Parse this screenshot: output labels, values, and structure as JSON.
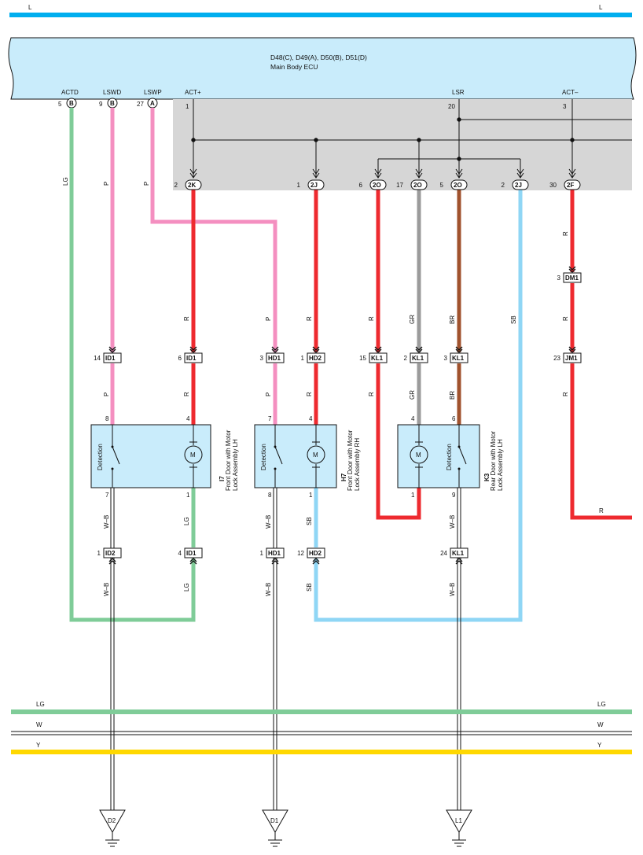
{
  "ecu": {
    "title": "D48(C), D49(A), D50(B), D51(D)",
    "subtitle": "Main Body ECU",
    "terminals": [
      {
        "name": "ACTD",
        "pin": "5",
        "conn": "B"
      },
      {
        "name": "LSWD",
        "pin": "9",
        "conn": "B"
      },
      {
        "name": "LSWP",
        "pin": "27",
        "conn": "A"
      },
      {
        "name": "ACT+",
        "pin": "1"
      },
      {
        "name": "LSR",
        "pin": "20"
      },
      {
        "name": "ACT–",
        "pin": "3"
      }
    ]
  },
  "top_bus_label": "L",
  "junctions": [
    {
      "pin": "2",
      "conn": "2K"
    },
    {
      "pin": "1",
      "conn": "2J"
    },
    {
      "pin": "6",
      "conn": "2O"
    },
    {
      "pin": "17",
      "conn": "2O"
    },
    {
      "pin": "5",
      "conn": "2O"
    },
    {
      "pin": "2",
      "conn": "2J"
    },
    {
      "pin": "30",
      "conn": "2F"
    }
  ],
  "wire_colors": {
    "P": "P",
    "R": "R",
    "GR": "GR",
    "BR": "BR",
    "SB": "SB",
    "LG": "LG",
    "WB": "W–B"
  },
  "connectors": [
    {
      "pin": "14",
      "conn": "ID1"
    },
    {
      "pin": "6",
      "conn": "ID1"
    },
    {
      "pin": "3",
      "conn": "HD1"
    },
    {
      "pin": "1",
      "conn": "HD2"
    },
    {
      "pin": "15",
      "conn": "KL1"
    },
    {
      "pin": "2",
      "conn": "KL1"
    },
    {
      "pin": "3",
      "conn": "KL1"
    },
    {
      "pin": "3",
      "conn": "DM1"
    },
    {
      "pin": "23",
      "conn": "JM1"
    },
    {
      "pin": "1",
      "conn": "ID2"
    },
    {
      "pin": "4",
      "conn": "ID1"
    },
    {
      "pin": "1",
      "conn": "HD1"
    },
    {
      "pin": "12",
      "conn": "HD2"
    },
    {
      "pin": "24",
      "conn": "KL1"
    }
  ],
  "components": [
    {
      "id": "I7",
      "line1": "Front Door with Motor",
      "line2": "Lock Assembly LH",
      "detection": "Detection",
      "motor": "M",
      "pins": [
        "8",
        "4",
        "7",
        "1"
      ]
    },
    {
      "id": "H7",
      "line1": "Front Door with Motor",
      "line2": "Lock Assembly RH",
      "detection": "Detection",
      "motor": "M",
      "pins": [
        "7",
        "4",
        "8",
        "1"
      ]
    },
    {
      "id": "K3",
      "line1": "Rear Door with Motor",
      "line2": "Lock Assembly LH",
      "detection": "Detection",
      "motor": "M",
      "pins": [
        "4",
        "6",
        "1",
        "9"
      ]
    }
  ],
  "bottom_buses": [
    {
      "label": "LG",
      "color": "#7fcc98"
    },
    {
      "label": "W",
      "color": "#ffffff"
    },
    {
      "label": "Y",
      "color": "#ffd800"
    }
  ],
  "grounds": [
    "D2",
    "D1",
    "L1"
  ],
  "colors": {
    "ecu_fill": "#c9ecfb",
    "bus_L": "#00aeef",
    "pink": "#f48fc0",
    "red": "#ee2a2f",
    "gray": "#9b9b9b",
    "brown": "#a0522d",
    "skyblue": "#8fd6f5",
    "green": "#7fcc98",
    "panel": "#d6d6d6"
  }
}
